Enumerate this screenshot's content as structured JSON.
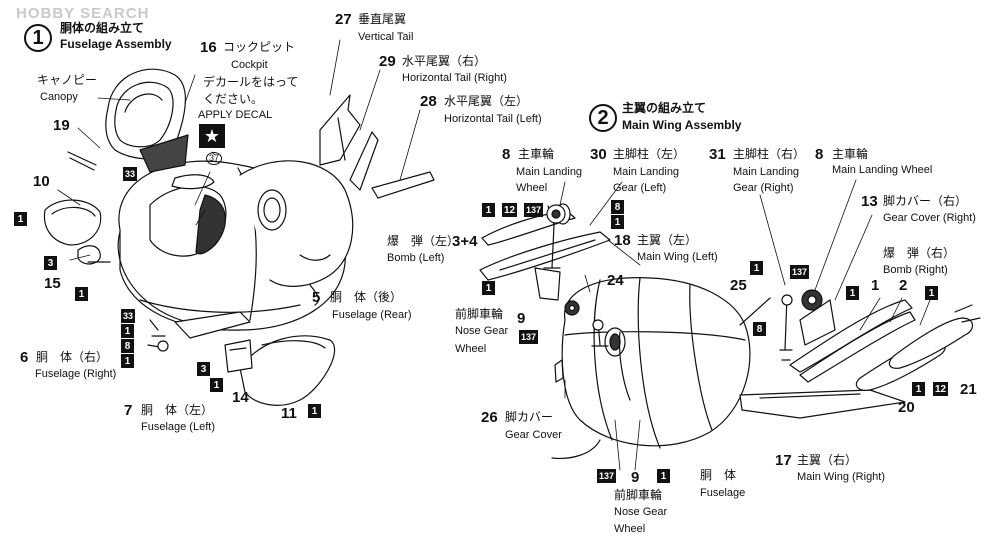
{
  "watermark": "HOBBY SEARCH",
  "step1": {
    "number": "1",
    "title_jp": "胴体の組み立て",
    "title_en": "Fuselage Assembly"
  },
  "step2": {
    "number": "2",
    "title_jp": "主翼の組み立て",
    "title_en": "Main Wing Assembly"
  },
  "parts": {
    "p27": {
      "num": "27",
      "jp": "垂直尾翼",
      "en": "Vertical Tail"
    },
    "p16": {
      "num": "16",
      "jp": "コックピット",
      "en": "Cockpit"
    },
    "decal": {
      "jp1": "デカールをはって",
      "jp2": "ください。",
      "en": "APPLY DECAL",
      "num": "37"
    },
    "p29": {
      "num": "29",
      "jp": "水平尾翼（右）",
      "en": "Horizontal Tail (Right)"
    },
    "canopy": {
      "jp": "キャノピー",
      "en": "Canopy"
    },
    "p28": {
      "num": "28",
      "jp": "水平尾翼（左）",
      "en": "Horizontal Tail (Left)"
    },
    "p19": {
      "num": "19"
    },
    "p10": {
      "num": "10"
    },
    "p15": {
      "num": "15"
    },
    "p5": {
      "num": "5",
      "jp": "胴　体（後）",
      "en": "Fuselage (Rear)"
    },
    "p6": {
      "num": "6",
      "jp": "胴　体（右）",
      "en": "Fuselage (Right)"
    },
    "p7": {
      "num": "7",
      "jp": "胴　体（左）",
      "en": "Fuselage (Left)"
    },
    "p14": {
      "num": "14"
    },
    "p11": {
      "num": "11"
    },
    "p8a": {
      "num": "8",
      "jp": "主車輪",
      "en1": "Main Landing",
      "en2": "Wheel"
    },
    "p30": {
      "num": "30",
      "jp": "主脚柱（左）",
      "en1": "Main Landing",
      "en2": "Gear (Left)"
    },
    "p31": {
      "num": "31",
      "jp": "主脚柱（右）",
      "en1": "Main Landing",
      "en2": "Gear (Right)"
    },
    "p8b": {
      "num": "8",
      "jp": "主車輪",
      "en": "Main Landing Wheel"
    },
    "p13": {
      "num": "13",
      "jp": "脚カバー（右）",
      "en": "Gear Cover (Right)"
    },
    "bombL": {
      "jp": "爆　弾（左）",
      "num": "3+4",
      "en": "Bomb (Left)"
    },
    "p18": {
      "num": "18",
      "jp": "主翼（左）",
      "en": "Main Wing (Left)"
    },
    "bombR": {
      "jp": "爆　弾（右）",
      "en": "Bomb (Right)"
    },
    "p24": {
      "num": "24"
    },
    "p25": {
      "num": "25"
    },
    "p1": {
      "num": "1"
    },
    "p2": {
      "num": "2"
    },
    "p9a": {
      "num": "9",
      "jp": "前脚車輪",
      "en1": "Nose Gear",
      "en2": "Wheel"
    },
    "p26": {
      "num": "26",
      "jp": "脚カバー",
      "en": "Gear Cover"
    },
    "p9b": {
      "num": "9",
      "jp": "前脚車輪",
      "en1": "Nose Gear",
      "en2": "Wheel"
    },
    "fuselage": {
      "jp": "胴　体",
      "en": "Fuselage"
    },
    "p17": {
      "num": "17",
      "jp": "主翼（右）",
      "en": "Main Wing (Right)"
    },
    "p20": {
      "num": "20"
    },
    "p21": {
      "num": "21"
    },
    "p8c": {
      "num": "8"
    }
  },
  "badges": {
    "b1": "1",
    "b3": "3",
    "b8": "8",
    "b12": "12",
    "b33": "33",
    "b137": "137",
    "b37": "37"
  },
  "colors": {
    "ink": "#111111",
    "watermark": "#c9c9c9",
    "paper": "#ffffff"
  }
}
